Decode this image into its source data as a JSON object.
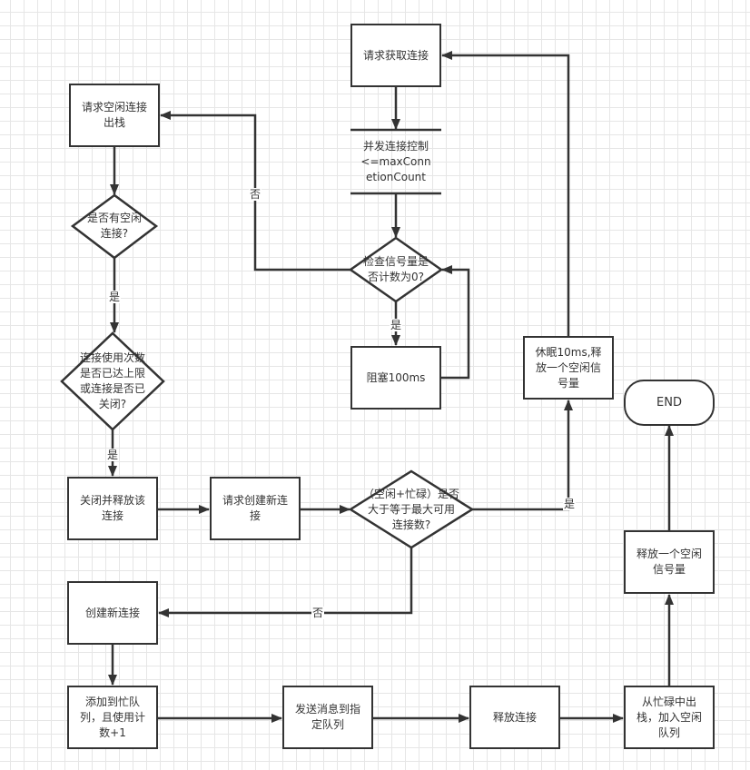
{
  "nodes": {
    "request_conn": "请求获取连接",
    "concurrency_ctrl": "并发连接控制\n<=maxConn\netionCount",
    "check_semaphore": "检查信号量是\n否计数为0?",
    "block_100ms": "阻塞100ms",
    "pop_idle": "请求空闲连接\n出栈",
    "has_idle": "是否有空闲\n连接?",
    "usage_limit": "连接使用次数\n是否已达上限\n或连接是否已\n关闭?",
    "close_release": "关闭并释放该\n连接",
    "request_create": "请求创建新连\n接",
    "total_check": "（空闲+忙碌）是否\n大于等于最大可用\n连接数?",
    "sleep_release": "休眠10ms,释\n放一个空闲信\n号量",
    "end": "END",
    "release_semaphore": "释放一个空闲\n信号量",
    "create_new": "创建新连接",
    "add_busy": "添加到忙队\n列，且使用计\n数+1",
    "send_msg": "发送消息到指\n定队列",
    "release_conn": "释放连接",
    "pop_busy": "从忙碌中出\n栈，加入空闲\n队列"
  },
  "edge_labels": {
    "no_to_pop_idle": "否",
    "yes_block": "是",
    "yes_has_idle": "是",
    "yes_usage_limit": "是",
    "yes_total": "是",
    "no_total": "否"
  },
  "colors": {
    "stroke": "#333333",
    "grid": "#e6e6e6",
    "background": "#ffffff"
  }
}
